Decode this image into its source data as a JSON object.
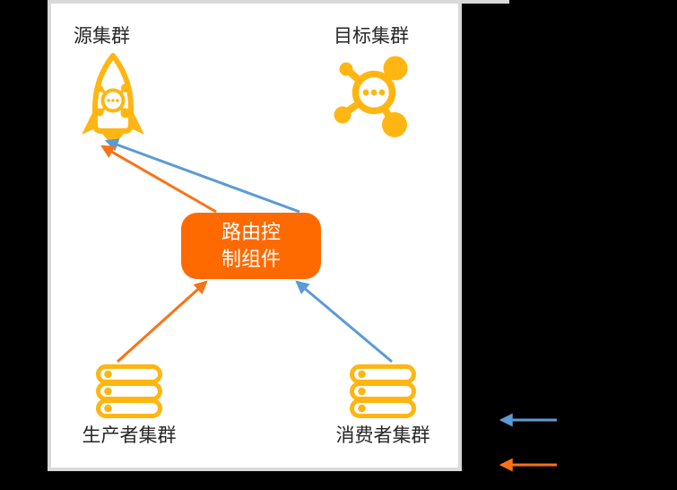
{
  "colors": {
    "background": "#000000",
    "panel_bg": "#FFFFFF",
    "panel_border": "#D9D9D9",
    "icon_yellow": "#FFB612",
    "router_box_orange": "#FF6A00",
    "arrow_orange": "#F97316",
    "arrow_blue": "#5B9BD5",
    "label_text": "#262626",
    "router_text": "#FFFFFF"
  },
  "panel": {
    "source_cluster_label": "源集群",
    "target_cluster_label": "目标集群",
    "router_box": {
      "lines": [
        "路由控",
        "制组件"
      ]
    },
    "producer_cluster_label": "生产者集群",
    "consumer_cluster_label": "消费者集群",
    "icons": {
      "source": "rocket-icon",
      "target": "network-nodes-icon",
      "producer": "server-stack-icon",
      "consumer": "server-stack-icon"
    }
  },
  "legend": {
    "blue_arrow_color": "#5B9BD5",
    "orange_arrow_color": "#F97316"
  }
}
